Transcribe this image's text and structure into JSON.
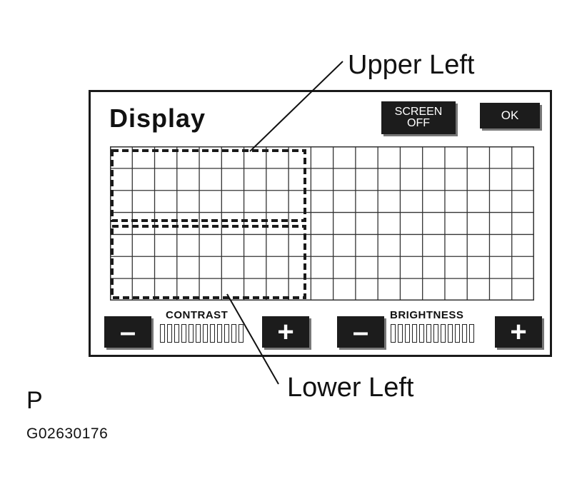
{
  "panel": {
    "title": "Display",
    "screen_off_line1": "SCREEN",
    "screen_off_line2": "OFF",
    "ok_label": "OK"
  },
  "grid": {
    "columns": 19,
    "rows": 7
  },
  "contrast": {
    "label": "CONTRAST",
    "minus": "–",
    "plus": "+",
    "segments": 12
  },
  "brightness": {
    "label": "BRIGHTNESS",
    "minus": "–",
    "plus": "+",
    "segments": 12
  },
  "callouts": {
    "upper_left": "Upper Left",
    "lower_left": "Lower Left"
  },
  "figure": {
    "letter": "P",
    "code": "G02630176"
  }
}
